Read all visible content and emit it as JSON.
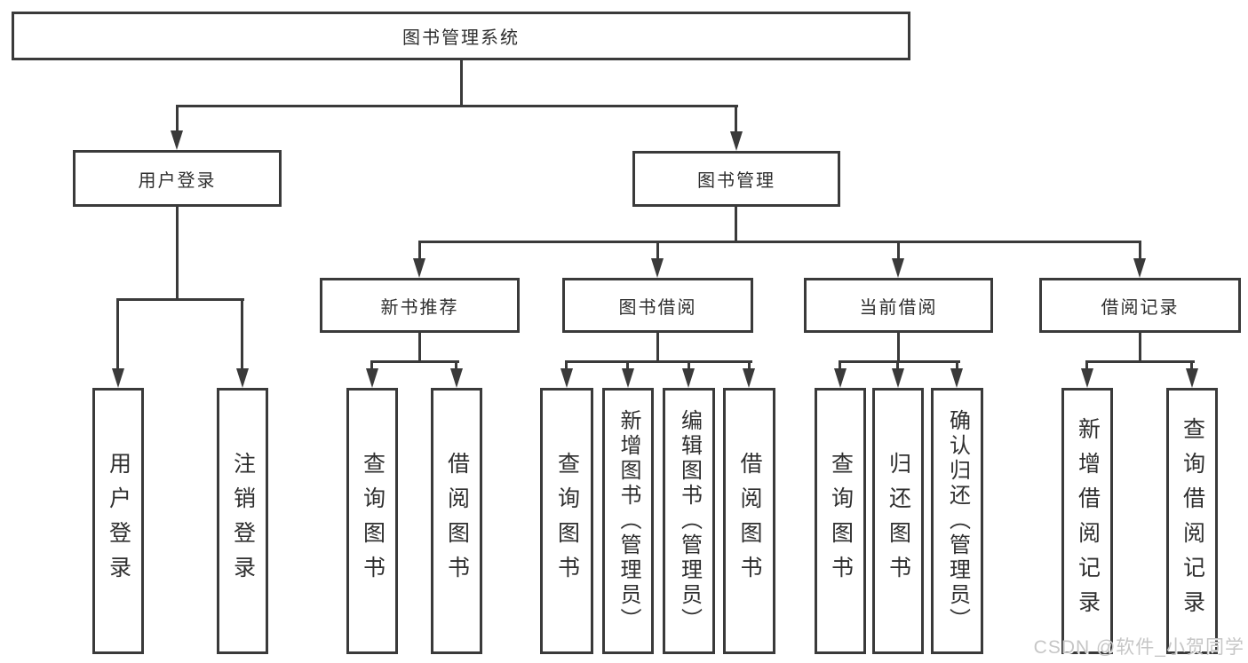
{
  "colors": {
    "line": "#3a3a3a",
    "text": "#2f2f2f",
    "bg": "#ffffff",
    "watermark": "#c6c6c6"
  },
  "diagram_type": "hierarchy-tree",
  "tree": {
    "root": {
      "label": "图书管理系统"
    },
    "branches": [
      {
        "label": "用户登录",
        "children": [
          {
            "label": "用户登录"
          },
          {
            "label": "注销登录"
          }
        ]
      },
      {
        "label": "图书管理",
        "children": [
          {
            "label": "新书推荐",
            "children": [
              {
                "label": "查询图书"
              },
              {
                "label": "借阅图书"
              }
            ]
          },
          {
            "label": "图书借阅",
            "children": [
              {
                "label": "查询图书"
              },
              {
                "label": "新增图书（管理员）"
              },
              {
                "label": "编辑图书（管理员）"
              },
              {
                "label": "借阅图书"
              }
            ]
          },
          {
            "label": "当前借阅",
            "children": [
              {
                "label": "查询图书"
              },
              {
                "label": "归还图书"
              },
              {
                "label": "确认归还（管理员）"
              }
            ]
          },
          {
            "label": "借阅记录",
            "children": [
              {
                "label": "新增借阅记录"
              },
              {
                "label": "查询借阅记录"
              }
            ]
          }
        ]
      }
    ]
  },
  "watermark": {
    "text": "CSDN @软件_小贺同学"
  }
}
